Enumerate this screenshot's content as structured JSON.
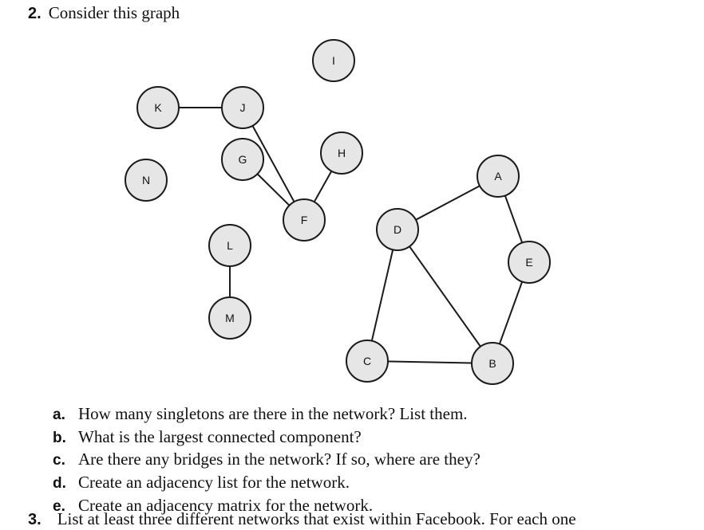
{
  "problem": {
    "number": "2.",
    "prompt": "Consider this graph"
  },
  "graph": {
    "node_fill": "#e6e6e6",
    "node_stroke": "#1a1a1a",
    "edge_color": "#1a1a1a",
    "nodes": [
      {
        "id": "I"
      },
      {
        "id": "K"
      },
      {
        "id": "J"
      },
      {
        "id": "G"
      },
      {
        "id": "H"
      },
      {
        "id": "N"
      },
      {
        "id": "A"
      },
      {
        "id": "F"
      },
      {
        "id": "D"
      },
      {
        "id": "L"
      },
      {
        "id": "E"
      },
      {
        "id": "M"
      },
      {
        "id": "C"
      },
      {
        "id": "B"
      }
    ],
    "edges": [
      [
        "K",
        "J"
      ],
      [
        "J",
        "F"
      ],
      [
        "G",
        "F"
      ],
      [
        "H",
        "F"
      ],
      [
        "L",
        "M"
      ],
      [
        "D",
        "A"
      ],
      [
        "A",
        "E"
      ],
      [
        "E",
        "B"
      ],
      [
        "D",
        "B"
      ],
      [
        "D",
        "C"
      ],
      [
        "C",
        "B"
      ]
    ]
  },
  "questions": [
    {
      "letter": "a.",
      "text": "How many singletons are there in the network? List them."
    },
    {
      "letter": "b.",
      "text": "What is the largest connected component?"
    },
    {
      "letter": "c.",
      "text": "Are there any bridges in the network? If so, where are they?"
    },
    {
      "letter": "d.",
      "text": "Create an adjacency list for the network."
    },
    {
      "letter": "e.",
      "text": "Create an adjacency matrix for the network."
    }
  ],
  "next_problem": {
    "number": "3.",
    "text": "List at least three different networks that exist within Facebook. For each one"
  }
}
